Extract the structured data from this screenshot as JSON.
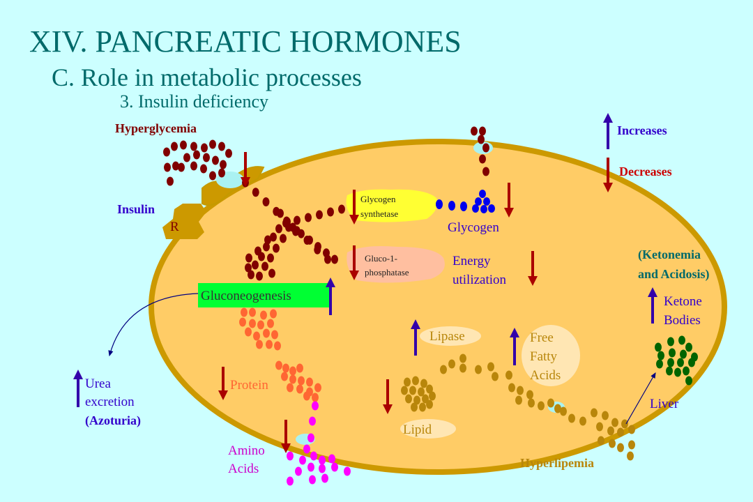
{
  "title": "XIV.  PANCREATIC HORMONES",
  "subtitle": "C.  Role in metabolic processes",
  "section": "3.  Insulin deficiency",
  "labels": {
    "hyperglycemia": "Hyperglycemia",
    "insulin": "Insulin",
    "receptor": "R",
    "glycogen_synthetase_1": "Glycogen",
    "glycogen_synthetase_2": "synthetase",
    "glycogen": "Glycogen",
    "gluco_phosphatase_1": "Gluco-1-",
    "gluco_phosphatase_2": "phosphatase",
    "energy_1": "Energy",
    "energy_2": "utilization",
    "gluconeogenesis": "Gluconeogenesis",
    "urea_1": "Urea",
    "urea_2": "excretion",
    "urea_3": "(Azoturia)",
    "protein": "Protein",
    "amino_1": "Amino",
    "amino_2": "Acids",
    "lipase": "Lipase",
    "ffa_1": "Free",
    "ffa_2": "Fatty",
    "ffa_3": "Acids",
    "lipid": "Lipid",
    "hyperlipemia": "Hyperlipemia",
    "liver": "Liver",
    "ketone_1": "Ketone",
    "ketone_2": "Bodies",
    "ketonemia_1": "(Ketonemia",
    "ketonemia_2": "and Acidosis)"
  },
  "legend": {
    "increases": "Increases",
    "decreases": "Decreases"
  },
  "colors": {
    "background": "#ccffff",
    "cell": "#ffcc66",
    "cell_border": "#cc9900",
    "title": "#006a6a",
    "glucose": "#800000",
    "increase_arrow": "#3300aa",
    "decrease_arrow": "#aa0000",
    "amino": "#ff00ff",
    "protein": "#ff6633",
    "lipid": "#b8860b",
    "ketone": "#006400",
    "glycogen": "#0000ee",
    "gluconeogenesis_bg": "#00ff33"
  }
}
